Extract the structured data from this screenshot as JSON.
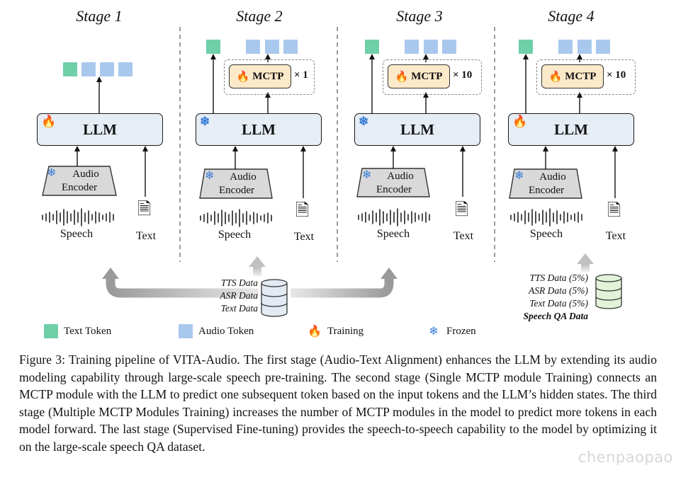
{
  "stages": [
    {
      "title": "Stage 1",
      "llm_label": "LLM",
      "llm_state": "training",
      "has_mctp": false,
      "encoder_label": [
        "Audio",
        "Encoder"
      ],
      "speech_label": "Speech",
      "text_label": "Text"
    },
    {
      "title": "Stage 2",
      "llm_label": "LLM",
      "llm_state": "frozen",
      "has_mctp": true,
      "mctp_label": "MCTP",
      "mctp_multiplier": "× 1",
      "encoder_label": [
        "Audio",
        "Encoder"
      ],
      "speech_label": "Speech",
      "text_label": "Text"
    },
    {
      "title": "Stage 3",
      "llm_label": "LLM",
      "llm_state": "frozen",
      "has_mctp": true,
      "mctp_label": "MCTP",
      "mctp_multiplier": "× 10",
      "encoder_label": [
        "Audio",
        "Encoder"
      ],
      "speech_label": "Speech",
      "text_label": "Text"
    },
    {
      "title": "Stage 4",
      "llm_label": "LLM",
      "llm_state": "training",
      "has_mctp": true,
      "mctp_label": "MCTP",
      "mctp_multiplier": "× 10",
      "encoder_label": [
        "Audio",
        "Encoder"
      ],
      "speech_label": "Speech",
      "text_label": "Text"
    }
  ],
  "pretrain_data": [
    "TTS Data",
    "ASR Data",
    "Text Data"
  ],
  "sft_data": [
    "TTS Data (5%)",
    "ASR Data (5%)",
    "Text Data (5%)",
    "Speech QA Data"
  ],
  "legend": [
    {
      "label": "Text Token",
      "kind": "swatch",
      "color": "#6fcfa8"
    },
    {
      "label": "Audio Token",
      "kind": "swatch",
      "color": "#a9c8ee"
    },
    {
      "label": "Training",
      "kind": "fire-icon"
    },
    {
      "label": "Frozen",
      "kind": "snowflake-icon"
    }
  ],
  "colors": {
    "text_token": "#6fcfa8",
    "audio_token": "#a9c8ee",
    "llm_fill": "#e6edf5",
    "mctp_fill": "#fbe9c9",
    "encoder_fill": "#d9d9d9",
    "db_blue": "#e4eaf3",
    "db_green": "#e2f3d9"
  },
  "caption": "Figure 3: Training pipeline of VITA-Audio. The first stage (Audio-Text Alignment) enhances the LLM by extending its audio modeling capability through large-scale speech pre-training. The second stage (Single MCTP module Training) connects an MCTP module with the LLM to predict one subsequent token based on the input tokens and the LLM’s hidden states. The third stage (Multiple MCTP Modules Training) increases the number of MCTP modules in the model to predict more tokens in each model forward. The last stage (Supervised Fine-tuning) provides the speech-to-speech capability to the model by optimizing it on the large-scale speech QA dataset.",
  "watermark": "chenpaopao"
}
